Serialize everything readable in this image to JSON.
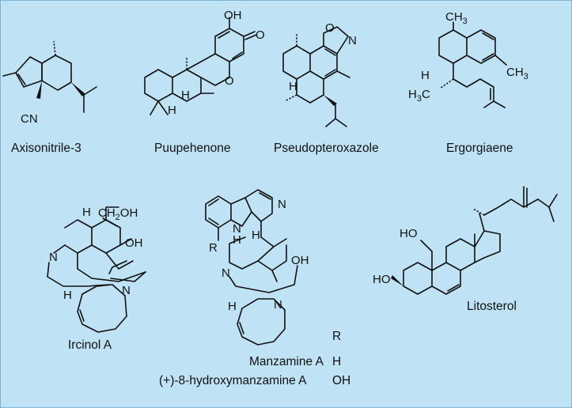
{
  "colors": {
    "background": "#bfe3f5",
    "ink": "#111111"
  },
  "compounds": {
    "axisonitrile3": {
      "name": "Axisonitrile-3",
      "atoms": {
        "cn": "CN"
      }
    },
    "puupehenone": {
      "name": "Puupehenone",
      "atoms": {
        "oh": "OH",
        "o_ketone": "O",
        "o_ring": "O",
        "h1": "H",
        "h2": "H"
      }
    },
    "pseudopteroxazole": {
      "name": "Pseudopteroxazole",
      "atoms": {
        "o": "O",
        "n": "N",
        "h": "H"
      }
    },
    "ergorgiaene": {
      "name": "Ergorgiaene",
      "atoms": {
        "ch3_top": "CH",
        "ch3_top_sub": "3",
        "ch3_right": "CH",
        "ch3_right_sub": "3",
        "h3c": "H",
        "h3c_sub": "3",
        "h3c_c": "C",
        "h": "H"
      }
    },
    "ircinolA": {
      "name": "Ircinol A",
      "atoms": {
        "h_top": "H",
        "ch2oh": "CH",
        "ch2oh_sub": "2",
        "ch2oh_oh": "OH",
        "oh": "OH",
        "n_left": "N",
        "n_macro": "N",
        "h_left": "H"
      }
    },
    "manzamine": {
      "atoms": {
        "n_pyr": "N",
        "nh_n": "N",
        "nh_h": "H",
        "h_center": "H",
        "r": "R",
        "oh": "OH",
        "n_left": "N",
        "n_macro": "N",
        "h_macro": "H"
      },
      "table": {
        "header": "R",
        "rows": [
          {
            "name": "Manzamine A",
            "r": "H"
          },
          {
            "name": "(+)-8-hydroxymanzamine A",
            "r": "OH"
          }
        ]
      }
    },
    "litosterol": {
      "name": "Litosterol",
      "atoms": {
        "ho_top": "HO",
        "ho_bottom": "HO"
      }
    }
  }
}
